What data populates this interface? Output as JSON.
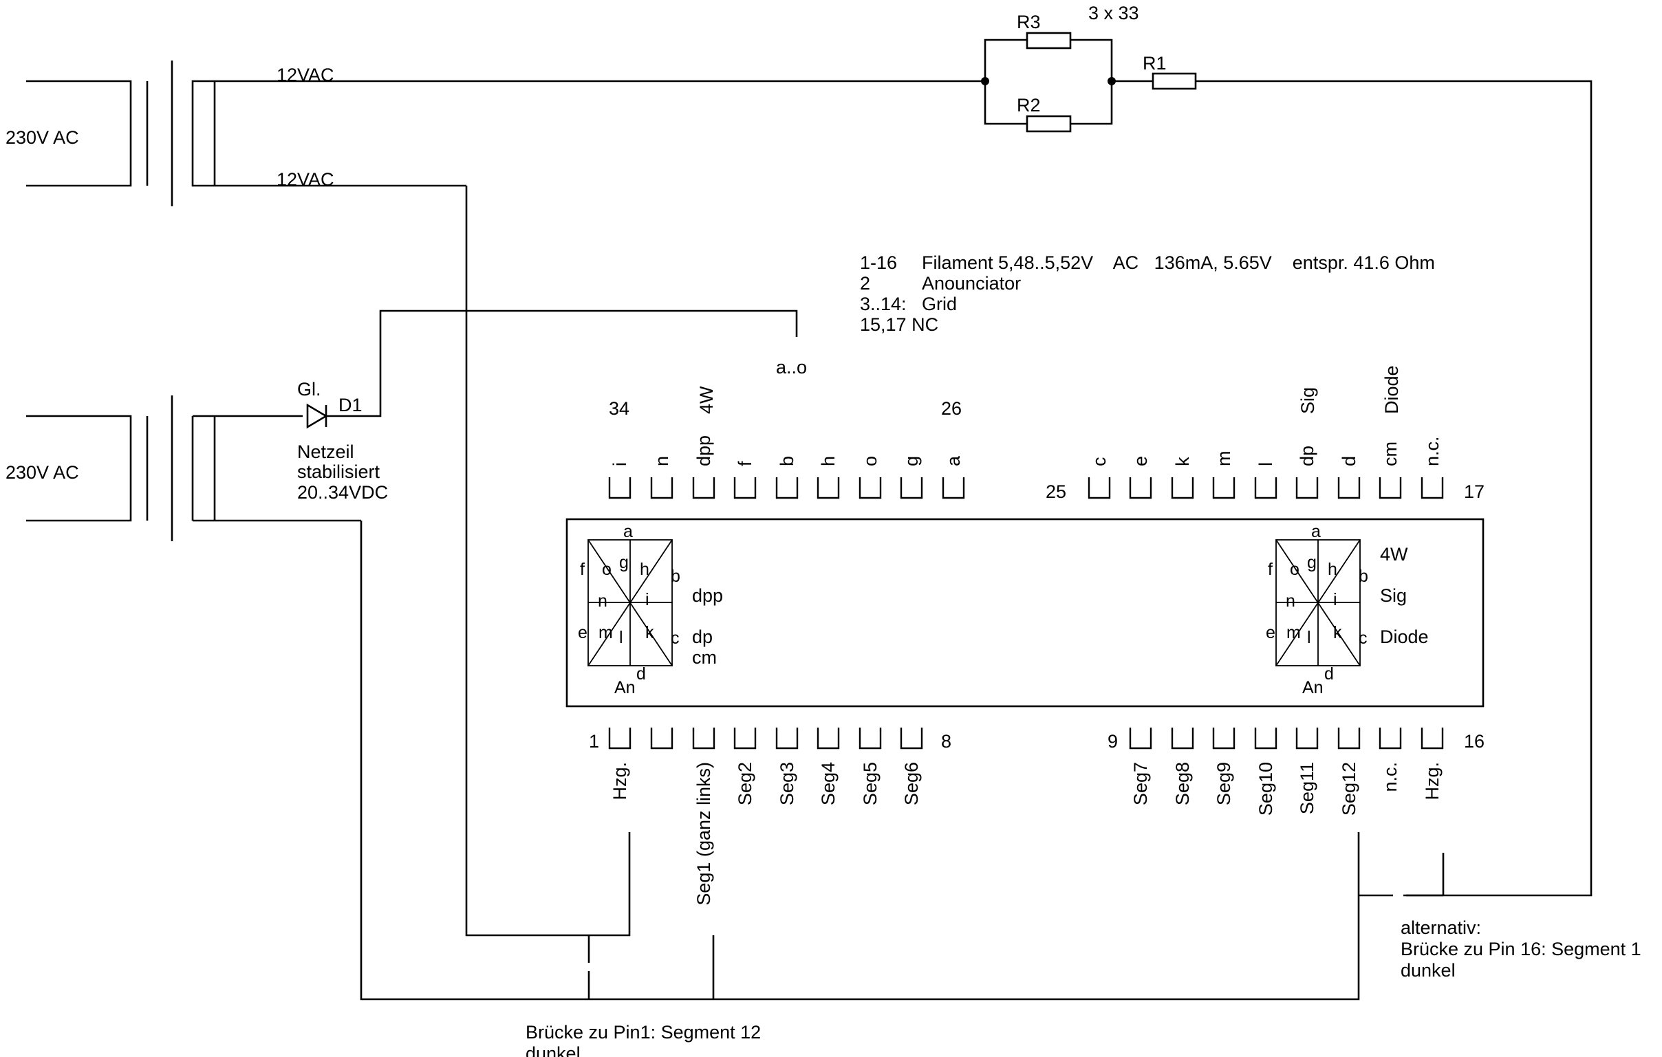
{
  "texts": {
    "ac_in_top": "230V AC",
    "ac_in_bottom": "230V AC",
    "vac_top": "12VAC",
    "vac_second": "12VAC",
    "r3": "R3",
    "r2": "R2",
    "r1": "R1",
    "r_value": "3 x 33",
    "gl": "Gl.",
    "d1": "D1",
    "psu": [
      "Netzeil",
      "stabilisiert",
      "20..34VDC"
    ],
    "ao": "a..o",
    "notes": [
      {
        "num": "1-16",
        "desc": "Filament 5,48..5,52V    AC   136mA, 5.65V    entspr. 41.6 Ohm"
      },
      {
        "num": "2",
        "desc": "Anounciator"
      },
      {
        "num": "3..14:",
        "desc": "Grid"
      },
      {
        "num": "15,17 NC",
        "desc": ""
      }
    ],
    "num_34": "34",
    "num_26": "26",
    "num_25": "25",
    "num_17": "17",
    "num_1": "1",
    "num_8": "8",
    "num_9": "9",
    "num_16": "16",
    "top_extra_left": "4W",
    "top_extra_sig": "Sig",
    "top_extra_diode": "Diode",
    "top_left_pins": [
      "i",
      "n",
      "dpp",
      "f",
      "b",
      "h",
      "o",
      "g",
      "a"
    ],
    "top_right_pins": [
      "c",
      "e",
      "k",
      "m",
      "l",
      "dp",
      "d",
      "cm",
      "n.c."
    ],
    "bottom_left_pins": [
      "Hzg.",
      "Seg1 (ganz links)",
      "Seg2",
      "Seg3",
      "Seg4",
      "Seg5",
      "Seg6"
    ],
    "bottom_right_pins": [
      "Seg7",
      "Seg8",
      "Seg9",
      "Seg10",
      "Seg11",
      "Seg12",
      "n.c.",
      "Hzg."
    ],
    "digit_letters": {
      "a": "a",
      "b": "b",
      "c": "c",
      "d": "d",
      "e": "e",
      "f": "f",
      "g": "g",
      "h": "h",
      "i": "i",
      "k": "k",
      "l": "l",
      "m": "m",
      "n": "n",
      "o": "o",
      "an": "An"
    },
    "left_digit_side": [
      "dpp",
      "dp",
      "cm"
    ],
    "right_digit_side": [
      "4W",
      "Sig",
      "Diode"
    ],
    "bottom_note": [
      "Brücke zu Pin1: Segment 12",
      "dunkel"
    ],
    "alt_note": [
      "alternativ:",
      "Brücke zu Pin 16: Segment 1",
      "dunkel"
    ]
  }
}
